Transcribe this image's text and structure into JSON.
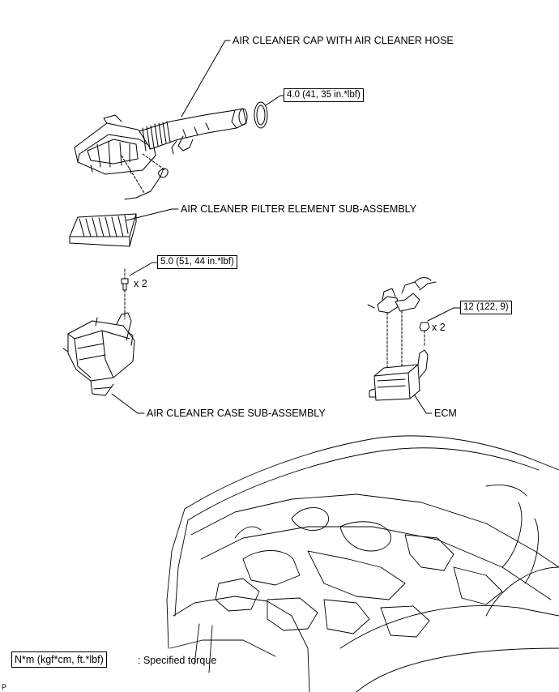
{
  "labels": {
    "air_cleaner_cap": "AIR CLEANER CAP WITH AIR CLEANER HOSE",
    "filter_element": "AIR CLEANER FILTER ELEMENT SUB-ASSEMBLY",
    "case": "AIR CLEANER CASE SUB-ASSEMBLY",
    "ecm": "ECM"
  },
  "torques": {
    "hose_clamp": "4.0 (41, 35 in.*lbf)",
    "case_bolt": "5.0 (51, 44 in.*lbf)",
    "ecm_nut": "12 (122, 9)"
  },
  "quantities": {
    "case_bolt": "x 2",
    "ecm_nut": "x 2"
  },
  "legend": {
    "unit_box": "N*m (kgf*cm, ft.*lbf)",
    "description": ": Specified torque"
  },
  "figure_ref": "P"
}
